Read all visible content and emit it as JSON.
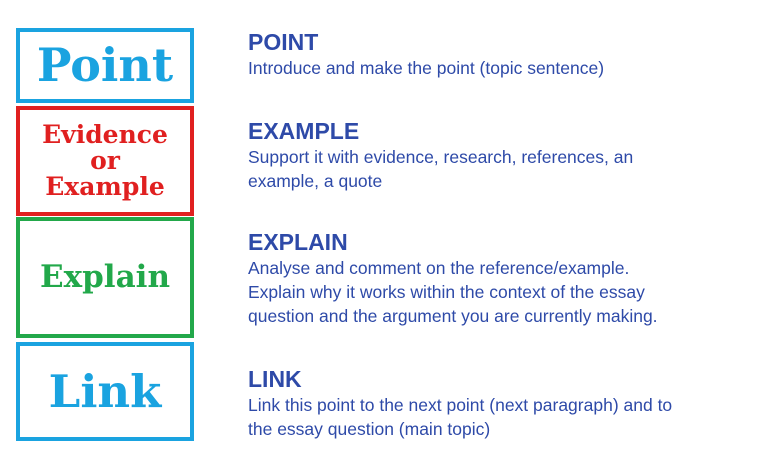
{
  "colors": {
    "point": "#1aa3e0",
    "example": "#e02020",
    "explain": "#22a84a",
    "link": "#1aa3e0",
    "description_text": "#2e4aa8"
  },
  "boxes": {
    "point": "Point",
    "example_line1": "Evidence",
    "example_line2": "or",
    "example_line3": "Example",
    "explain": "Explain",
    "link": "Link"
  },
  "sections": {
    "point": {
      "title": "POINT",
      "line1": "Introduce and make the point (topic sentence)"
    },
    "example": {
      "title": "EXAMPLE",
      "line1": "Support it with evidence, research, references, an",
      "line2": "example, a quote"
    },
    "explain": {
      "title": "EXPLAIN",
      "line1": "Analyse and comment on the reference/example.",
      "line2": "Explain why it works within the context of the essay",
      "line3": "question and the argument you are currently making."
    },
    "link": {
      "title": "LINK",
      "line1": "Link this point to the next point (next paragraph) and to",
      "line2": "the essay question (main topic)"
    }
  }
}
